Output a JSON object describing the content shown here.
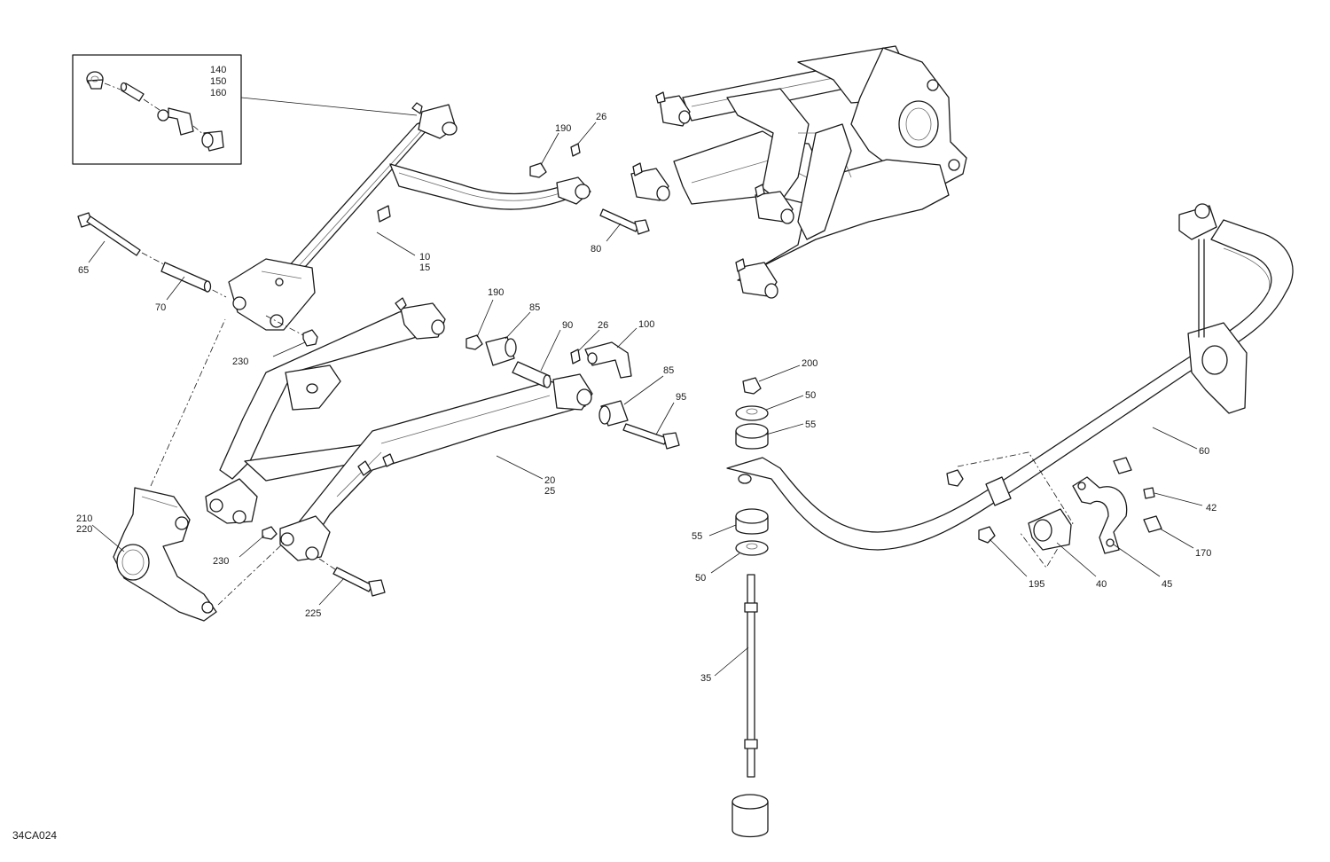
{
  "drawing_number": "34CA024",
  "callouts": {
    "c10": "10",
    "c15": "15",
    "c20": "20",
    "c25": "25",
    "c26a": "26",
    "c26b": "26",
    "c35": "35",
    "c40": "40",
    "c42": "42",
    "c45": "45",
    "c50a": "50",
    "c50b": "50",
    "c55a": "55",
    "c55b": "55",
    "c60": "60",
    "c65": "65",
    "c70": "70",
    "c80": "80",
    "c85a": "85",
    "c85b": "85",
    "c90": "90",
    "c95": "95",
    "c100": "100",
    "c140": "140",
    "c150": "150",
    "c160": "160",
    "c170": "170",
    "c190a": "190",
    "c190b": "190",
    "c195": "195",
    "c200": "200",
    "c210": "210",
    "c220": "220",
    "c225": "225",
    "c230a": "230",
    "c230b": "230"
  }
}
